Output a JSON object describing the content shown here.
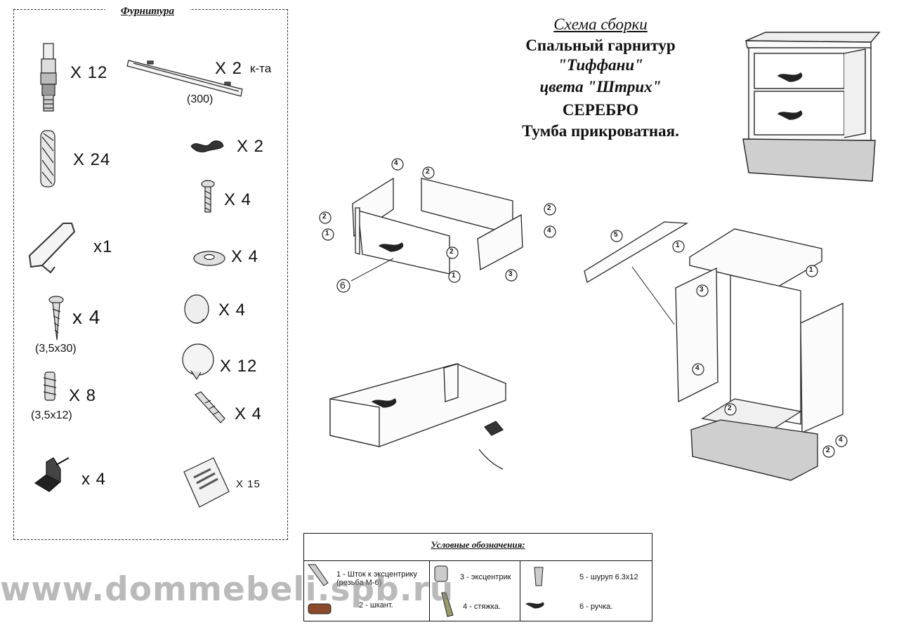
{
  "hardware": {
    "title": "Фурнитура",
    "items": [
      {
        "icon": "cam-bolt-icon",
        "qty": "X 12"
      },
      {
        "icon": "drawer-slide-icon",
        "qty": "X  2",
        "suffix": "к-та",
        "dim": "(300)"
      },
      {
        "icon": "dowel-icon",
        "qty": "X 24"
      },
      {
        "icon": "handle-icon",
        "qty": "X 2"
      },
      {
        "icon": "screw-icon",
        "qty": "X 4"
      },
      {
        "icon": "hex-key-icon",
        "qty": "x1"
      },
      {
        "icon": "washer-icon",
        "qty": "X 4"
      },
      {
        "icon": "wood-screw-icon",
        "qty": "x 4",
        "dim": "(3,5x30)"
      },
      {
        "icon": "cap-icon",
        "qty": "X 4"
      },
      {
        "icon": "cap-large-icon",
        "qty": "X 12"
      },
      {
        "icon": "euro-screw-icon",
        "qty": "X  8",
        "dim": "(3,5x12)"
      },
      {
        "icon": "anchor-screw-icon",
        "qty": "X 4"
      },
      {
        "icon": "corner-bracket-icon",
        "qty": "x 4"
      },
      {
        "icon": "bag-icon",
        "qty": "X 15"
      }
    ]
  },
  "heading": {
    "line1": "Схема сборки",
    "line2": "Спальный гарнитур",
    "line3": "\"Тиффани\"",
    "line4": "цвета \"Штрих\"",
    "line5": "СЕРЕБРО",
    "line6": "Тумба прикроватная."
  },
  "callouts": [
    "1",
    "2",
    "3",
    "4",
    "5",
    "6"
  ],
  "legend": {
    "title": "Условные обозначения:",
    "entries": [
      {
        "num": "1",
        "text": "1 - Шток к эксцентрику (резьба М-6)"
      },
      {
        "num": "2",
        "text": "2 - шкант."
      },
      {
        "num": "3",
        "text": "3 - эксцентрик"
      },
      {
        "num": "4",
        "text": "4 - стяжка."
      },
      {
        "num": "5",
        "text": "5 - шуруп 6.3х12"
      },
      {
        "num": "6",
        "text": "6 - ручка."
      }
    ]
  },
  "watermark": "www.dommebeli.spb.ru"
}
